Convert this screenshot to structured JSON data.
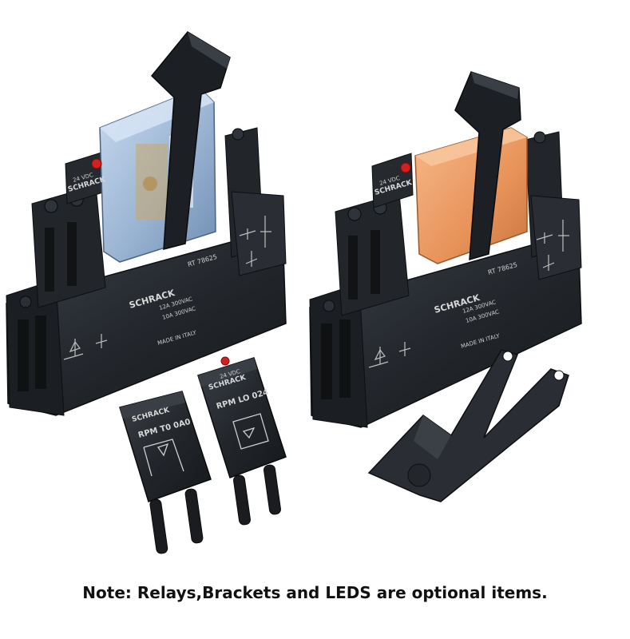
{
  "caption": "Note: Relays,Brackets and LEDS are optional items.",
  "labels": {
    "relay_left_voltage": "24 VDC",
    "relay_left_brand": "SCHRACK",
    "relay_left_model": "RT 78625",
    "relay_left_rating1": "12A 300VAC",
    "relay_left_rating2": "10A 300VAC",
    "relay_left_made": "MADE IN ITALY",
    "relay_right_voltage": "24 VDC",
    "relay_right_brand": "SCHRACK",
    "relay_right_model": "RT 78625",
    "relay_right_rating1": "12A 300VAC",
    "relay_right_rating2": "10A 300VAC",
    "relay_right_made": "MADE IN ITALY",
    "module_left_brand": "SCHRACK",
    "module_left_model": "RPM T0 0A0",
    "module_right_voltage": "24 VDC",
    "module_right_brand": "SCHRACK",
    "module_right_model": "RPM LO 024"
  },
  "colors": {
    "housing": "#1f2226",
    "housing_edge": "#3a3e44",
    "relay_blue": "#9fb8d6",
    "relay_orange": "#e8935a",
    "led": "#d31f1f"
  }
}
